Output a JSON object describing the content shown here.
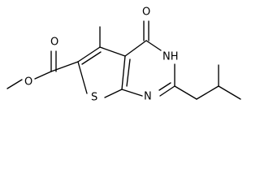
{
  "atoms": {
    "carbonyl_oxygen": "O",
    "ring_nh": "NH",
    "ring_n": "N",
    "thiophene_sulfur": "S",
    "ester_carbonyl_oxygen": "O",
    "ester_ether_oxygen": "O"
  }
}
